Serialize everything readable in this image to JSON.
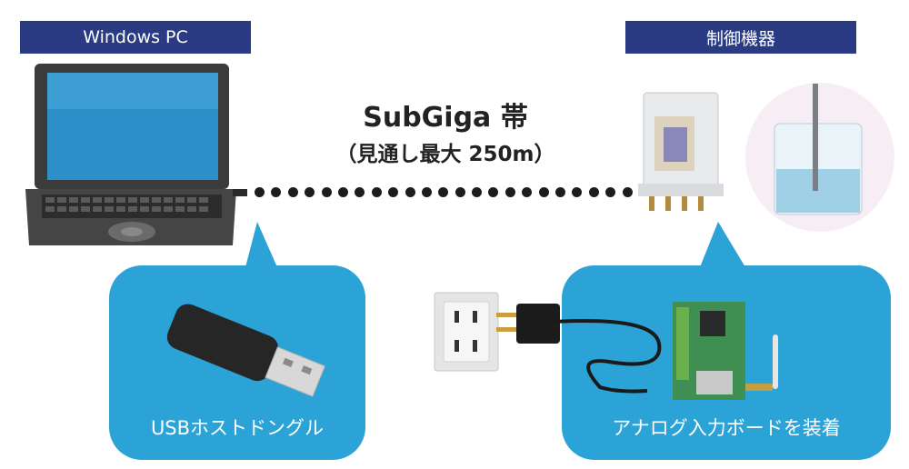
{
  "labels": {
    "pc": "Windows PC",
    "device": "制御機器"
  },
  "link": {
    "title": "SubGiga 帯",
    "subtitle": "（見通し最大 250m）"
  },
  "bubbles": {
    "dongle_caption": "USBホストドングル",
    "board_caption": "アナログ入力ボードを装着"
  },
  "colors": {
    "label_bg": "#2a3b84",
    "bubble_bg": "#2ba3d6",
    "dots": "#1c1c1c"
  }
}
